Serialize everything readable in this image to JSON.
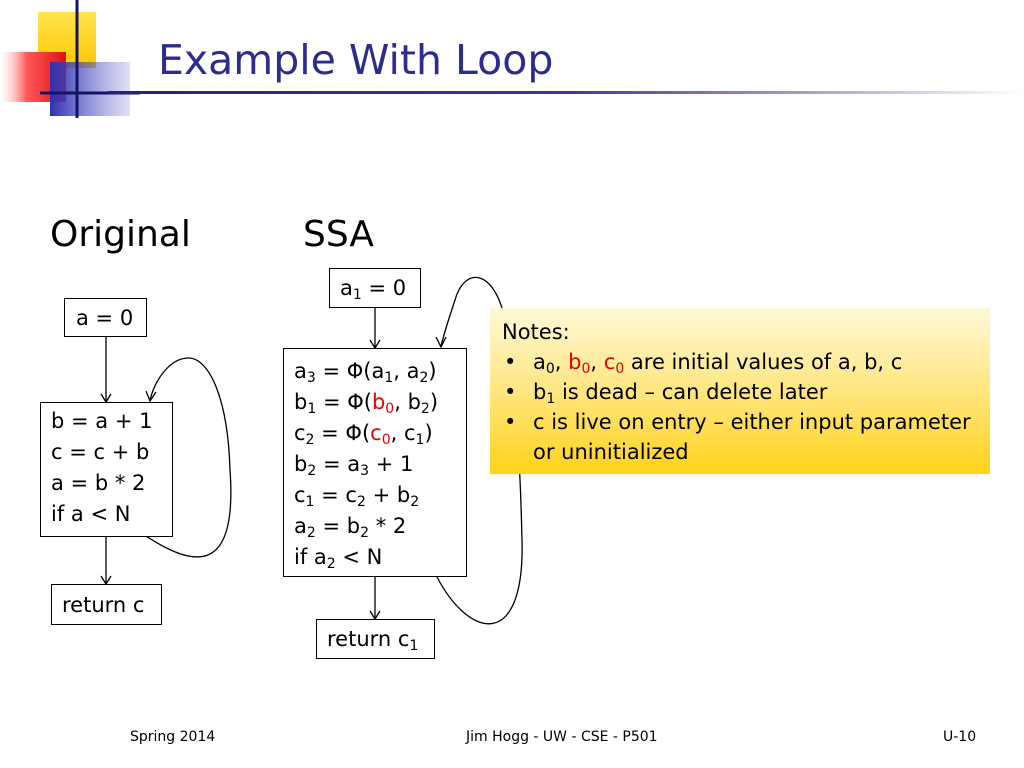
{
  "title": "Example With Loop",
  "original": {
    "heading": "Original",
    "entry": "a = 0",
    "loop_lines": [
      "b = a + 1",
      "c = c + b",
      "a = b * 2",
      "if a < N"
    ],
    "exit": "return c"
  },
  "ssa": {
    "heading": "SSA",
    "entry": {
      "var": "a",
      "sub": "1",
      "rest": " = 0"
    },
    "loop": {
      "l1": {
        "a": "a",
        "a_sub": "3",
        "eq": " = Φ(",
        "b": "a",
        "b_sub": "1",
        "comma": ", ",
        "c": "a",
        "c_sub": "2",
        "close": ")"
      },
      "l2": {
        "a": "b",
        "a_sub": "1",
        "eq": " = Φ(",
        "b": "b",
        "b_sub": "0",
        "comma": ", ",
        "c": "b",
        "c_sub": "2",
        "close": ")"
      },
      "l3": {
        "a": "c",
        "a_sub": "2",
        "eq": " = Φ(",
        "b": "c",
        "b_sub": "0",
        "comma": ", ",
        "c": "c",
        "c_sub": "1",
        "close": ")"
      },
      "l4": {
        "a": "b",
        "a_sub": "2",
        "eq": " = ",
        "b": "a",
        "b_sub": "3",
        "rest": " + 1"
      },
      "l5": {
        "a": "c",
        "a_sub": "1",
        "eq": " = ",
        "b": "c",
        "b_sub": "2",
        "mid": " + ",
        "c": "b",
        "c_sub": "2"
      },
      "l6": {
        "a": "a",
        "a_sub": "2",
        "eq": " = ",
        "b": "b",
        "b_sub": "2",
        "rest": " * 2"
      },
      "l7": {
        "pre": "if ",
        "a": "a",
        "a_sub": "2",
        "rest": " < N"
      }
    },
    "exit": {
      "pre": "return ",
      "var": "c",
      "sub": "1"
    }
  },
  "notes": {
    "heading": "Notes:",
    "n1": {
      "a": "a",
      "a_sub": "0",
      "sep1": ", ",
      "b": "b",
      "b_sub": "0",
      "sep2": ", ",
      "c": "c",
      "c_sub": "0",
      "rest": " are initial values of a, b, c"
    },
    "n2": {
      "a": "b",
      "a_sub": "1",
      "rest": " is dead – can delete later"
    },
    "n3": "c is live on entry – either input parameter or uninitialized"
  },
  "footer": {
    "left": "Spring 2014",
    "center": "Jim Hogg - UW - CSE - P501",
    "right": "U-10"
  },
  "colors": {
    "title": "#2d2d8f",
    "highlight": "#e60000",
    "notes_bg": "#ffd21a"
  }
}
